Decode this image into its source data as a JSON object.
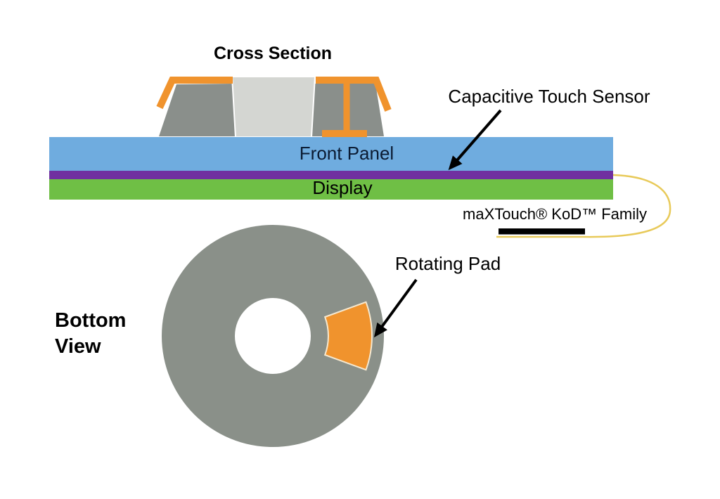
{
  "cross_section": {
    "title": "Cross Section",
    "front_panel_label": "Front Panel",
    "display_label": "Display",
    "sensor_callout": "Capacitive Touch Sensor",
    "chip_label": "maXTouch® KoD™ Family"
  },
  "bottom_view": {
    "title": "Bottom View",
    "pad_callout": "Rotating Pad"
  },
  "colors": {
    "front_panel_blue": "#6FACDF",
    "sensor_purple": "#7030A0",
    "display_green": "#6FBF45",
    "knob_gray": "#8A8F8B",
    "knob_center_gray": "#D4D6D2",
    "donut_gray": "#8A9089",
    "pad_orange": "#F0932D",
    "pad_outline_cream": "#F6E8CF",
    "flex_cable_yellow": "#E8CA5A",
    "chip_black": "#000000",
    "text_black": "#000000"
  }
}
